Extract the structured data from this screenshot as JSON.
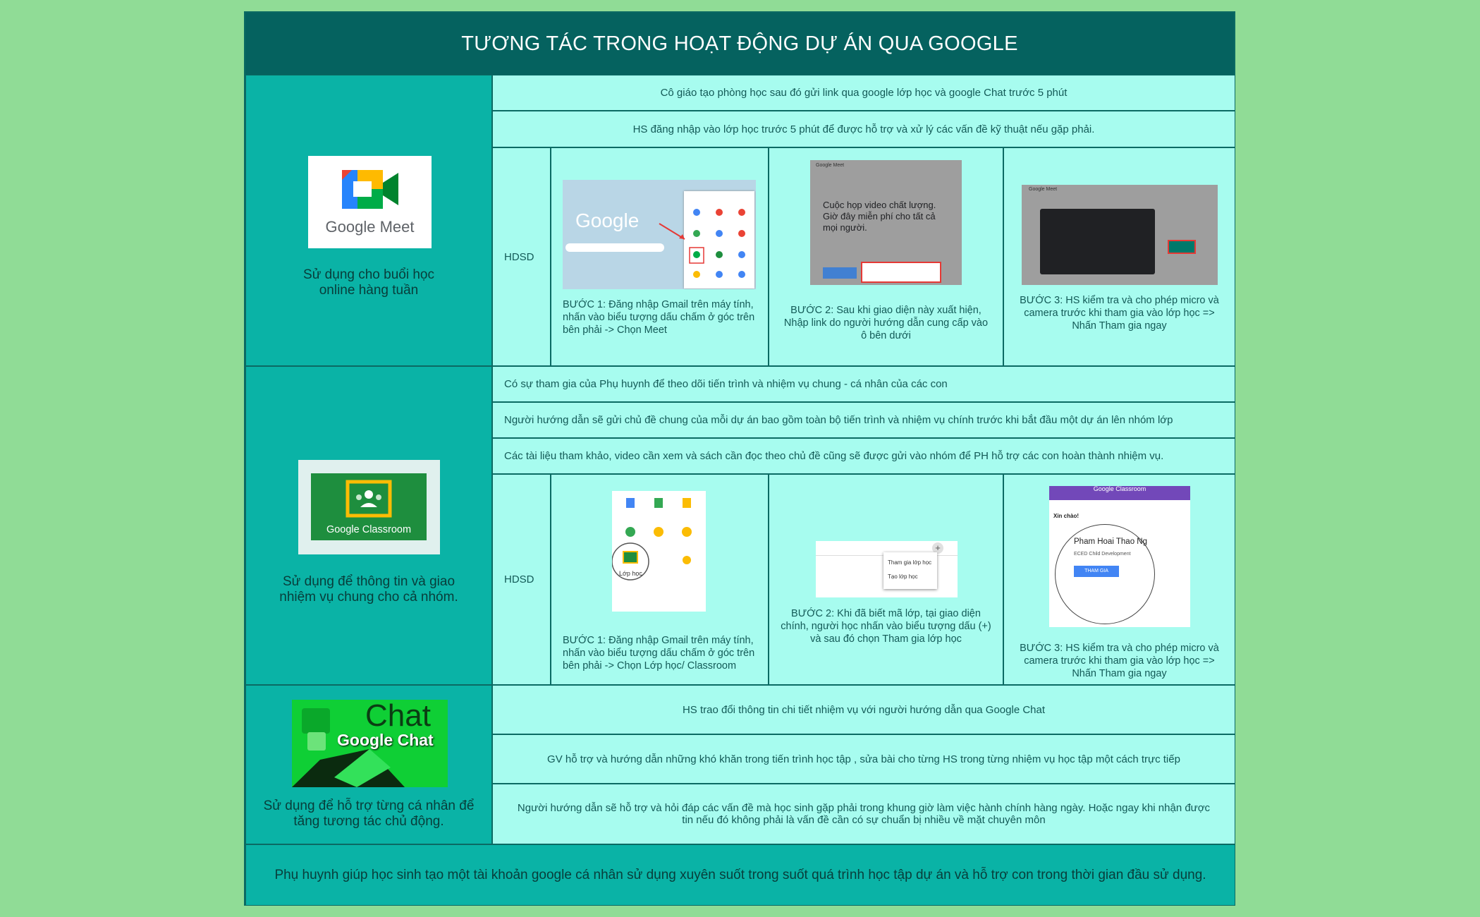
{
  "title": "TƯƠNG TÁC TRONG HOẠT ĐỘNG DỰ ÁN QUA GOOGLE",
  "meet": {
    "logo_text": "Google Meet",
    "caption": "Sử dụng cho buổi học online hàng tuần",
    "rows": [
      "Cô giáo tạo phòng  học sau đó gửi link qua google lớp học và google Chat trước 5 phút",
      "HS  đăng nhập vào lớp học trước 5 phút để được hỗ trợ và xử lý các vấn đề kỹ thuật nếu gặp phải."
    ],
    "hdsd": "HDSD",
    "steps": [
      "BƯỚC 1: Đăng nhập Gmail trên máy tính, nhấn vào biểu tượng dấu chấm ở góc trên bên phải -> Chọn Meet",
      "BƯỚC 2: Sau khi giao diện này xuất hiện, Nhập link do người hướng dẫn cung cấp vào ô bên dưới",
      "BƯỚC 3: HS kiểm tra và cho phép micro và camera trước khi tham gia vào lớp học => Nhấn Tham gia ngay"
    ],
    "shot1_text": "Google",
    "shot2_head": "Google Meet",
    "shot2_text": "Cuộc họp video chất lượng. Giờ đây miễn phí cho tất cả mọi người.",
    "shot3_head": "Google Meet"
  },
  "classroom": {
    "logo_text": "Google Classroom",
    "caption": "Sử dụng để thông tin và giao nhiệm vụ chung cho cả nhóm.",
    "rows": [
      "Có sự tham gia của  Phụ huynh để theo dõi tiến trình và nhiệm vụ chung - cá nhân của các con",
      "Người hướng dẫn sẽ gửi  chủ đề chung của  mỗi dự án bao gồm toàn bộ tiến trình và nhiệm vụ chính trước khi bắt đầu một dự án lên nhóm lớp",
      "Các tài liệu tham khảo, video cần xem và sách cần đọc theo chủ đề cũng sẽ được gửi vào nhóm để PH hỗ trợ các con hoàn thành nhiệm vụ."
    ],
    "hdsd": "HDSD",
    "steps": [
      "BƯỚC 1: Đăng nhập Gmail trên máy tính, nhấn vào biểu tượng dấu chấm ở góc trên bên phải -> Chọn Lớp học/ Classroom",
      "BƯỚC 2: Khi đã biết mã lớp, tại giao diện chính, người học nhấn vào biểu tượng dấu (+) và sau đó chọn Tham gia lớp học",
      "BƯỚC 3: HS kiểm tra và cho phép micro và camera trước khi tham gia vào lớp học => Nhấn Tham gia ngay"
    ],
    "shot1_label": "Lớp học",
    "shot2_menu": [
      "Tham gia lớp học",
      "Tạo lớp học"
    ],
    "shot3_head": "Google Classroom",
    "shot3_greeting": "Xin chào!",
    "shot3_name": "Pham Hoai Thao Ng",
    "shot3_sub": "ECED Child Development",
    "shot3_button": "THAM GIA"
  },
  "chat": {
    "logo_big": "Chat",
    "logo_text": "Google Chat",
    "caption": "Sử dụng để hỗ trợ từng cá nhân để tăng tương tác chủ động.",
    "rows": [
      "HS trao đổi thông tin chi tiết nhiệm vụ với người hướng dẫn qua Google Chat",
      "GV hỗ trợ  và hướng dẫn những khó khăn trong tiến trình học tập , sửa bài cho từng HS trong từng nhiệm vụ học tập một cách trực tiếp",
      "Người hướng dẫn sẽ hỗ trợ và hỏi đáp các vấn đề  mà học sinh gặp phải trong khung giờ  làm việc hành chính hàng  ngày. Hoặc ngay khi nhận được tin nếu đó không phải là vấn đề cần có sự chuẩn bị nhiều về mặt chuyên môn"
    ]
  },
  "footer": "Phụ huynh giúp học sinh tạo một tài khoản google cá nhân sử dụng xuyên suốt trong suốt quá trình học tập dự án và hỗ trợ con trong thời gian đầu sử dụng.",
  "colors": {
    "background": "#90dc96",
    "header": "#05625f",
    "teal": "#0ab3a6",
    "light": "#a7fcef",
    "border": "#0b6a63"
  }
}
